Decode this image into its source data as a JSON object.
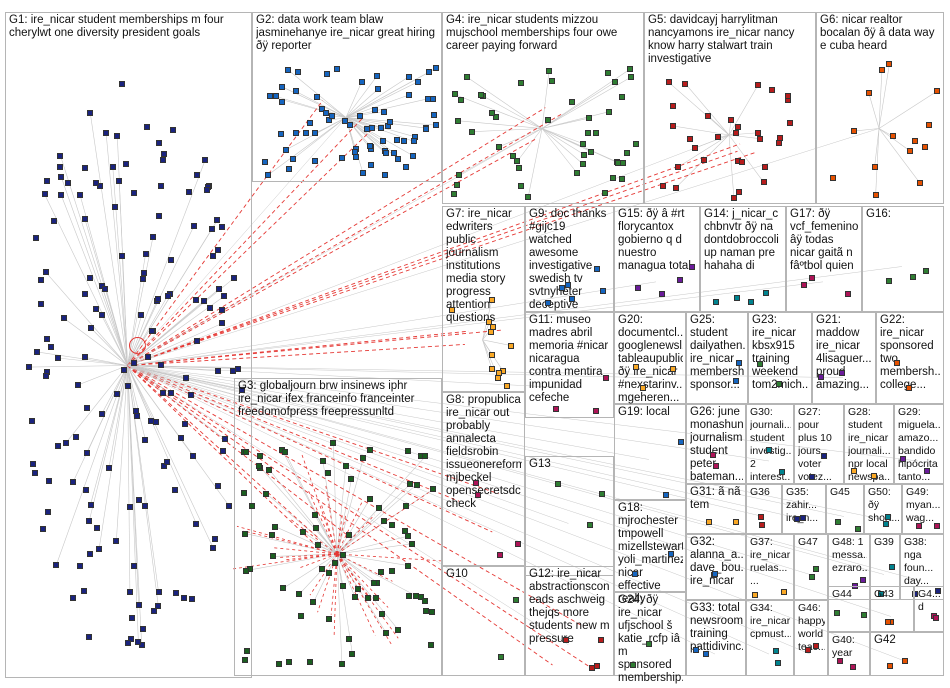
{
  "graph": {
    "colors": {
      "edge": "#c8c8c8",
      "edge_highlight": "#e53935",
      "box_border": "#b5b5b5",
      "label": "#111111"
    },
    "groups": [
      {
        "id": "G1",
        "label": "G1: ire_nicar student memberships m four cherylwt one diversity president goals",
        "node_color": "#1a237e",
        "node_count": 160
      },
      {
        "id": "G2",
        "label": "G2: data work team blaw jasminehanye ire_nicar great hiring ðÿ reporter",
        "node_color": "#1565c0",
        "node_count": 70
      },
      {
        "id": "G3",
        "label": "G3: globaljourn brw insinews iphr ire_nicar ifex franceinfo franceinter freedomofpress freepressunltd",
        "node_color": "#1b5e20",
        "node_count": 80
      },
      {
        "id": "G4",
        "label": "G4: ire_nicar students mizzou mujschool memberships four owe career paying forward",
        "node_color": "#2e7d32",
        "node_count": 45
      },
      {
        "id": "G5",
        "label": "G5: davidcayj harrylitman nancyamons ire_nicar nancy know harry stalwart train investigative",
        "node_color": "#b71c1c",
        "node_count": 30
      },
      {
        "id": "G6",
        "label": "G6: nicar realtor bocalan ðÿ â data way e cuba heard",
        "node_color": "#e65100",
        "node_count": 14
      },
      {
        "id": "G7",
        "label": "G7: ire_nicar edwriters public journalism institutions media story progress attention questions",
        "node_color": "#f9a825",
        "node_count": 12
      },
      {
        "id": "G9",
        "label": "G9: doc thanks #gijc19 watched awesome investigative swedish tv svtnyheter deceptive",
        "node_color": "#1565c0",
        "node_count": 6
      },
      {
        "id": "G15",
        "label": "G15: ðÿ â #rt florycantox gobierno q d nuestro managua total",
        "node_color": "#6a1b9a",
        "node_count": 4
      },
      {
        "id": "G14",
        "label": "G14: j_nicar_c chbnvtr ðÿ na dontdobroccoli up naman pre hahaha di",
        "node_color": "#00838f",
        "node_count": 4
      },
      {
        "id": "G17",
        "label": "G17: ðÿ vcf_femenino âÿ todas nicar gaitã n fâºtbol quien",
        "node_color": "#ad1457",
        "node_count": 3
      },
      {
        "id": "G16",
        "label": "G16:",
        "node_color": "#2e7d32",
        "node_count": 3
      },
      {
        "id": "G11",
        "label": "G11: museo madres abril memoria #nicar nicaragua contra mentira impunidad cefeche",
        "node_color": "#ad1457",
        "node_count": 3
      },
      {
        "id": "G20",
        "label": "G20: documentcl... googlenewsl... tableaupublic ðÿ ire_nicar #nexstarinv... mgeheren...",
        "node_color": "#f9a825",
        "node_count": 3
      },
      {
        "id": "G25",
        "label": "G25: student dailyathen... ire_nicar membersh... sponsor...",
        "node_color": "#1565c0",
        "node_count": 2
      },
      {
        "id": "G23",
        "label": "G23: ire_nicar kbsx915 training weekend tom2mich...",
        "node_color": "#2e7d32",
        "node_count": 2
      },
      {
        "id": "G21",
        "label": "G21: maddow ire_nicar 4lisaguer... proud amazing...",
        "node_color": "#6a1b9a",
        "node_count": 2
      },
      {
        "id": "G22",
        "label": "G22: ire_nicar sponsored two membersh... college...",
        "node_color": "#e65100",
        "node_count": 2
      },
      {
        "id": "G8",
        "label": "G8: propublica ire_nicar out probably annalecta fieldsrobin issueonereform mjbeckel opensecretsdc check",
        "node_color": "#ad1457",
        "node_count": 4
      },
      {
        "id": "G19",
        "label": "G19: local",
        "node_color": "#1565c0",
        "node_count": 2
      },
      {
        "id": "G26",
        "label": "G26: june monashuni journalism student peter bateman...",
        "node_color": "#ad1457",
        "node_count": 2
      },
      {
        "id": "G30",
        "label": "G30: journali... student investig... 2 interest...",
        "node_color": "#00838f",
        "node_count": 2
      },
      {
        "id": "G27",
        "label": "G27: pour plus 10 jours voter votez...",
        "node_color": "#1a237e",
        "node_count": 2
      },
      {
        "id": "G28",
        "label": "G28: student ire_nicar journali... npr local newspa...",
        "node_color": "#f9a825",
        "node_count": 2
      },
      {
        "id": "G29",
        "label": "G29: miguela... amazo... bandido hipócrita tanto...",
        "node_color": "#6a1b9a",
        "node_count": 2
      },
      {
        "id": "G13",
        "label": "G13",
        "node_color": "#2e7d32",
        "node_count": 3
      },
      {
        "id": "G18",
        "label": "G18: mjrochester tmpowell mizellstewart yoli_martinez nicar effective really",
        "node_color": "#1565c0",
        "node_count": 2
      },
      {
        "id": "G31",
        "label": "G31: ã nã tem",
        "node_color": "#f9a825",
        "node_count": 2
      },
      {
        "id": "G36",
        "label": "G36",
        "node_color": "#b71c1c",
        "node_count": 2
      },
      {
        "id": "G35",
        "label": "G35: zahir... ire_n...",
        "node_color": "#1a237e",
        "node_count": 2
      },
      {
        "id": "G45",
        "label": "G45",
        "node_color": "#2e7d32",
        "node_count": 2
      },
      {
        "id": "G50",
        "label": "G50: ðÿ short...",
        "node_color": "#00838f",
        "node_count": 2
      },
      {
        "id": "G49",
        "label": "G49: myan... wag...",
        "node_color": "#ad1457",
        "node_count": 2
      },
      {
        "id": "G10",
        "label": "G10",
        "node_color": "#2e7d32",
        "node_count": 2
      },
      {
        "id": "G12",
        "label": "G12: ire_nicar abstractionscon eads aschweig thejqs more students new m pressure",
        "node_color": "#b71c1c",
        "node_count": 4
      },
      {
        "id": "G32",
        "label": "G32: alanna_a... dave_bou... ire_nicar",
        "node_color": "#1565c0",
        "node_count": 2
      },
      {
        "id": "G37",
        "label": "G37: ire_nicar ruelas... ...",
        "node_color": "#f9a825",
        "node_count": 2
      },
      {
        "id": "G48",
        "label": "G48: 1 messa... ezraro...",
        "node_color": "#6a1b9a",
        "node_count": 2
      },
      {
        "id": "G39",
        "label": "G39",
        "node_color": "#00838f",
        "node_count": 2
      },
      {
        "id": "G38",
        "label": "G38: nga foun... day...",
        "node_color": "#1a237e",
        "node_count": 2
      },
      {
        "id": "G47",
        "label": "G47",
        "node_color": "#2e7d32",
        "node_count": 2
      },
      {
        "id": "G44",
        "label": "G44",
        "node_color": "#2e7d32",
        "node_count": 2
      },
      {
        "id": "G43",
        "label": "G43",
        "node_color": "#e65100",
        "node_count": 2
      },
      {
        "id": "G41",
        "label": "G4... d",
        "node_color": "#ad1457",
        "node_count": 2
      },
      {
        "id": "G24",
        "label": "G24: ðÿ ire_nicar ufjschool š katie_rcfp iâ m sponsored membership...",
        "node_color": "#2e7d32",
        "node_count": 2
      },
      {
        "id": "G33",
        "label": "G33: total newsroom training pattidivinc...",
        "node_color": "#1565c0",
        "node_count": 2
      },
      {
        "id": "G34",
        "label": "G34: ire_nicar cpmust...",
        "node_color": "#00838f",
        "node_count": 2
      },
      {
        "id": "G46",
        "label": "G46: happy world teac...",
        "node_color": "#b71c1c",
        "node_count": 2
      },
      {
        "id": "G40",
        "label": "G40: year",
        "node_color": "#ad1457",
        "node_count": 2
      },
      {
        "id": "G42",
        "label": "G42",
        "node_color": "#e65100",
        "node_count": 2
      }
    ]
  }
}
